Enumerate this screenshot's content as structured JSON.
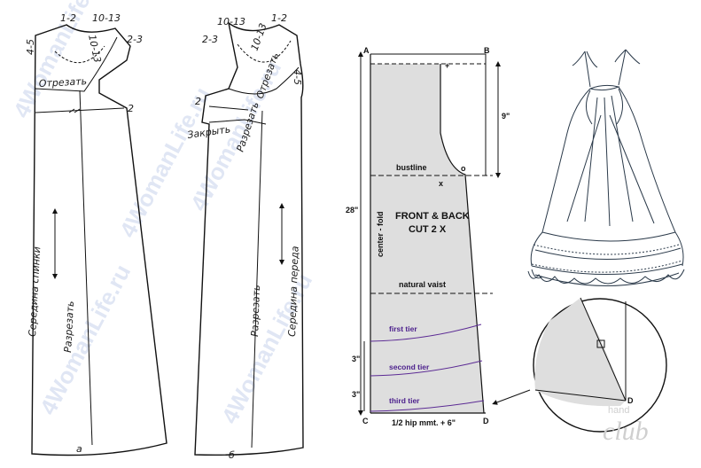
{
  "russian_patterns": {
    "watermark": "4WomanLife.ru",
    "back": {
      "label": "а",
      "marks": [
        "1-2",
        "10-13",
        "4-5",
        "2-3",
        "10-13",
        "2"
      ],
      "yoke_text": "Отрезать",
      "center_text": "Середина спинки",
      "cut_text": "Разрезать"
    },
    "front": {
      "label": "б",
      "marks": [
        "10-13",
        "1-2",
        "2-3",
        "10-13",
        "4-5",
        "2"
      ],
      "yoke_text": "Отрезать",
      "close_text": "Закрыть",
      "open_text": "Разрезать",
      "center_text": "Середина переда",
      "cut_text": "Разрезать"
    }
  },
  "english_pattern": {
    "corners": {
      "a": "A",
      "b": "B",
      "c": "C",
      "d": "D"
    },
    "point_x": "x",
    "point_o": "o",
    "plus": "+",
    "dim_top": "9\"",
    "dim_length": "28\"",
    "dim_tier_1": "3\"",
    "dim_tier_2": "3\"",
    "bustline": "bustline",
    "fold": "center - fold",
    "title_1": "FRONT & BACK",
    "title_2": "CUT 2 X",
    "waist": "natural vaist",
    "tiers": [
      "first tier",
      "second tier",
      "third tier"
    ],
    "bottom": "1/2 hip mmt. + 6\""
  },
  "detail": {
    "point_d": "D"
  },
  "credit": {
    "small": "hand",
    "large": "club"
  },
  "colors": {
    "fill": "#dedede",
    "tier": "#5b2a94",
    "watermark": "#c7d3ec"
  }
}
